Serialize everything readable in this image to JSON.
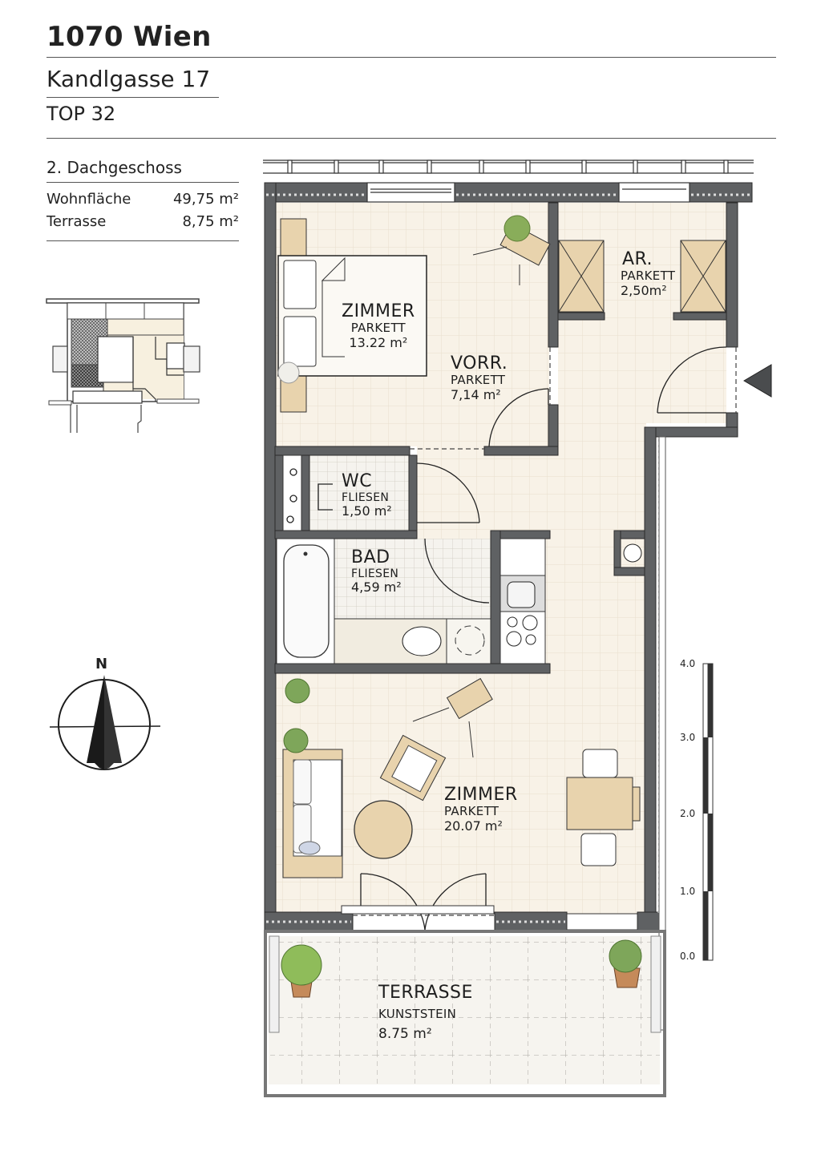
{
  "header": {
    "city": "1070 Wien",
    "street": "Kandlgasse 17",
    "unit": "TOP 32"
  },
  "summary": {
    "floor": "2. Dachgeschoss",
    "rows": [
      {
        "label": "Wohnfläche",
        "value": "49,75 m²"
      },
      {
        "label": "Terrasse",
        "value": "8,75 m²"
      }
    ]
  },
  "rooms": {
    "bedroom": {
      "name": "ZIMMER",
      "floor": "PARKETT",
      "area": "13.22 m²"
    },
    "hallway": {
      "name": "VORR.",
      "floor": "PARKETT",
      "area": "7,14 m²"
    },
    "storage": {
      "name": "AR.",
      "floor": "PARKETT",
      "area": "2,50m²"
    },
    "wc": {
      "name": "WC",
      "floor": "FLIESEN",
      "area": "1,50 m²"
    },
    "bath": {
      "name": "BAD",
      "floor": "FLIESEN",
      "area": "4,59 m²"
    },
    "living": {
      "name": "ZIMMER",
      "floor": "PARKETT",
      "area": "20.07 m²"
    },
    "terrace": {
      "name": "TERRASSE",
      "floor": "KUNSTSTEIN",
      "area": "8.75 m²"
    }
  },
  "compass": {
    "label": "N",
    "icon": "north-arrow-icon"
  },
  "scale_bar": {
    "unit": "m",
    "ticks": [
      "4.0",
      "3.0",
      "2.0",
      "1.0",
      "0.0"
    ]
  },
  "entrance_marker": {
    "icon": "entrance-triangle-icon"
  },
  "colors": {
    "wall": "#5f6163",
    "floor": "#f7f1e6",
    "grid": "#e6ddcc",
    "wood": "#e8d3ad",
    "tile": "#f3f1ec"
  }
}
